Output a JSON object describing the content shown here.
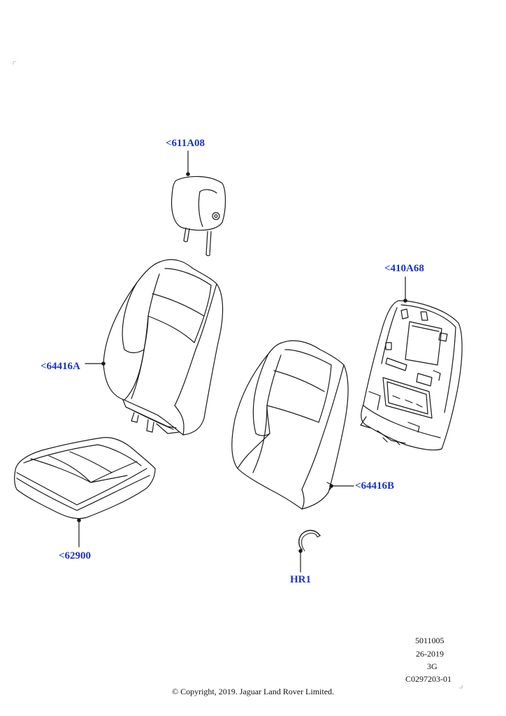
{
  "callouts": {
    "headrest": "<611A08",
    "backrest_frame": "<410A68",
    "backrest_cover_a": "<64416A",
    "backrest_cover_b": "<64416B",
    "cushion_cover": "<62900",
    "hog_ring": "HR1"
  },
  "footer": {
    "ref_1": "5011005",
    "ref_2": "26-2019",
    "ref_3": "3G",
    "ref_4": "C0297203-01",
    "copyright": "© Copyright, 2019. Jaguar Land Rover Limited."
  },
  "colors": {
    "callout": "#1a33cc",
    "line": "#1a1a1a"
  }
}
